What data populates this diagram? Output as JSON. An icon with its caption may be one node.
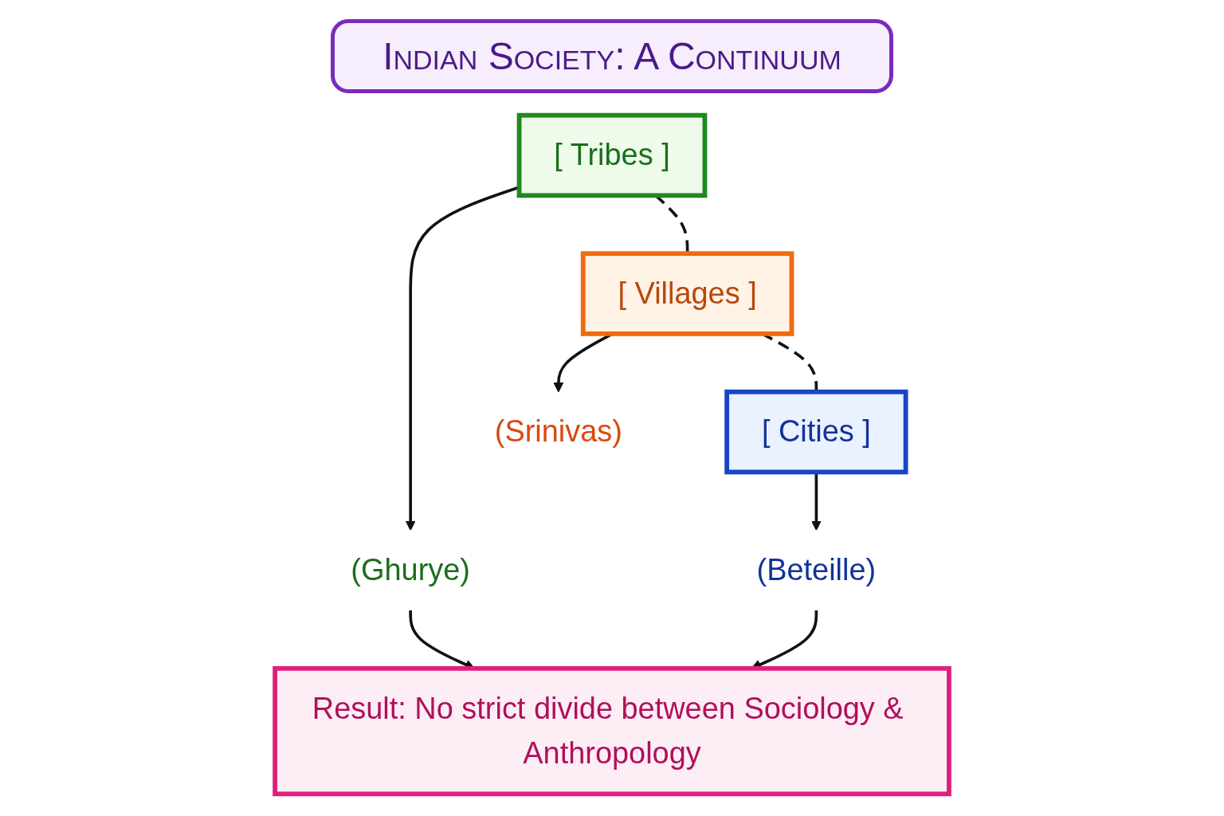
{
  "diagram": {
    "title": "Indian Society: A Continuum",
    "nodes": [
      {
        "text": [
          "[ Tribes ]"
        ]
      },
      {
        "text": [
          "[ Villages ]"
        ]
      },
      {
        "text": [
          "[ Cities ]"
        ]
      },
      {
        "text": [
          "(Ghurye)"
        ]
      },
      {
        "text": [
          "(Srinivas)"
        ]
      },
      {
        "text": [
          "(Beteille)"
        ]
      },
      {
        "text": [
          "Result: No strict divide between Sociology & Anthropology"
        ]
      }
    ],
    "edges": [
      {
        "from": 0,
        "to": 1,
        "arrow": "none",
        "style": "dashed"
      },
      {
        "from": 1,
        "to": 2,
        "arrow": "none",
        "style": "dashed"
      },
      {
        "from": 0,
        "to": 3,
        "arrow": "to"
      },
      {
        "from": 1,
        "to": 4,
        "arrow": "to"
      },
      {
        "from": 2,
        "to": 5,
        "arrow": "to"
      },
      {
        "from": 3,
        "to": 6,
        "arrow": "to"
      },
      {
        "from": 5,
        "to": 6,
        "arrow": "to"
      }
    ]
  }
}
